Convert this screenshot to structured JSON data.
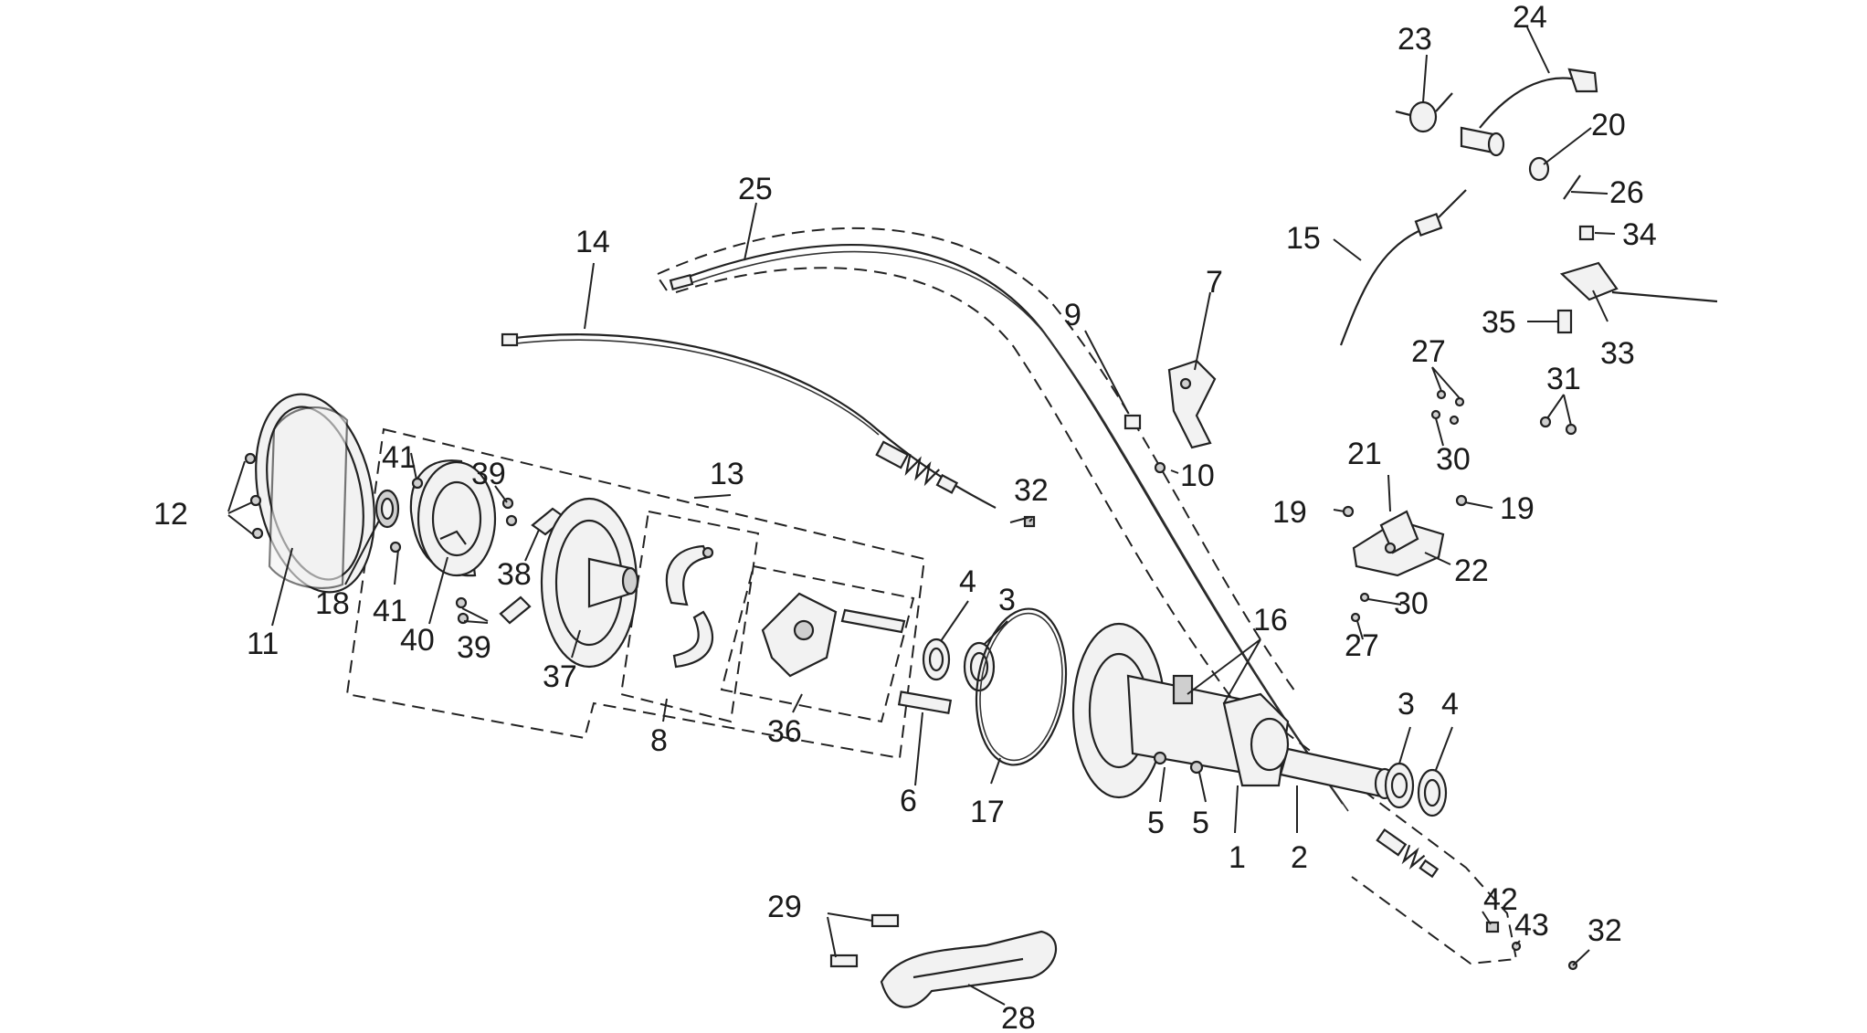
{
  "diagram": {
    "labels": [
      "1",
      "2",
      "3",
      "3",
      "4",
      "4",
      "5",
      "5",
      "6",
      "7",
      "8",
      "9",
      "10",
      "11",
      "12",
      "13",
      "14",
      "15",
      "16",
      "17",
      "18",
      "19",
      "19",
      "20",
      "21",
      "22",
      "23",
      "24",
      "25",
      "26",
      "27",
      "27",
      "28",
      "29",
      "30",
      "30",
      "31",
      "32",
      "32",
      "33",
      "34",
      "35",
      "36",
      "37",
      "38",
      "39",
      "39",
      "40",
      "41",
      "41",
      "42",
      "43"
    ]
  }
}
